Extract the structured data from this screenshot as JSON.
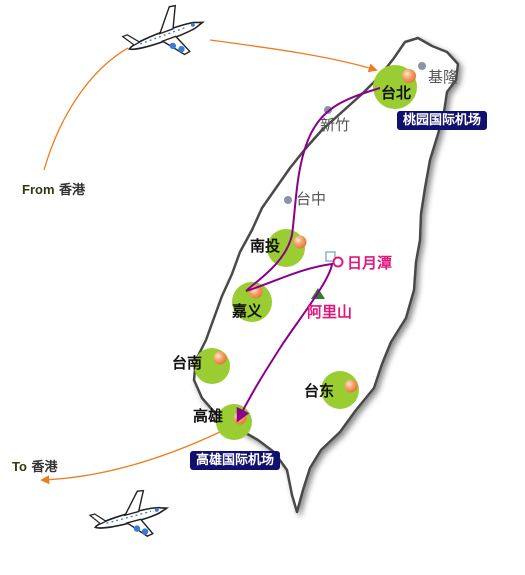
{
  "cities": {
    "taipei": "台北",
    "keelung": "基隆",
    "hsinchu": "新竹",
    "taichung": "台中",
    "nantou": "南投",
    "chiayi": "嘉义",
    "tainan": "台南",
    "kaohsiung": "高雄",
    "taitung": "台东",
    "sun_moon_lake": "日月潭",
    "alishan": "阿里山"
  },
  "airports": {
    "taoyuan": "桃园国际机场",
    "kaohsiung": "高雄国际机场"
  },
  "routes": {
    "from_en": "From",
    "from_place": "香港",
    "to_en": "To",
    "to_place": "香港"
  },
  "icons": [
    "airplane-icon",
    "city-circle-icon",
    "mountain-icon",
    "lake-marker-icon"
  ],
  "colors": {
    "island_fill": "#ffffff",
    "island_outline": "#555555",
    "city_circle": "#9acd32",
    "city_dot": "#f08a5d",
    "itinerary_path": "#8b008b",
    "flight_path": "#f07c1e",
    "airport_badge": "#10106e",
    "pink_label": "#e0197d"
  }
}
